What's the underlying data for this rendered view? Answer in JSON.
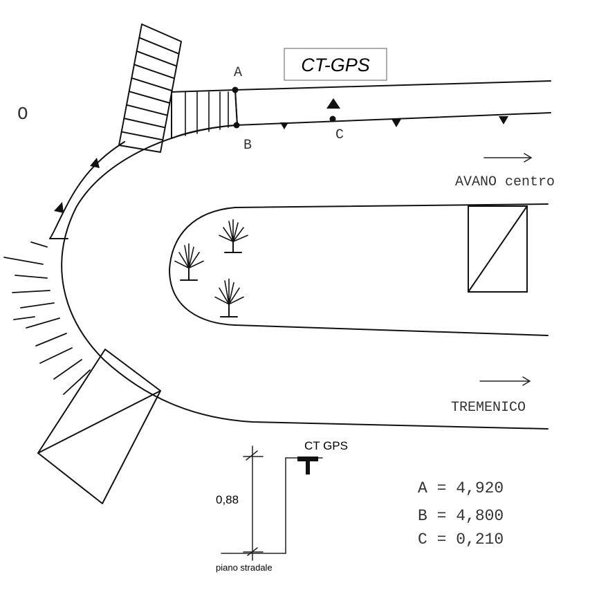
{
  "title_box": {
    "label": "CT-GPS"
  },
  "points": {
    "a": "A",
    "b": "B",
    "c": "C"
  },
  "directions": {
    "upper": {
      "label": "AVANO centro"
    },
    "lower": {
      "label": "TREMENICO"
    }
  },
  "north_mark": "O",
  "detail": {
    "instrument_label": "CT GPS",
    "height_label": "0,88",
    "ground_label": "piano stradale"
  },
  "elevations": [
    {
      "text": "A = 4,920"
    },
    {
      "text": "B = 4,800"
    },
    {
      "text": "C = 0,210"
    }
  ],
  "colors": {
    "ink": "#111111",
    "label_gray": "#333333"
  }
}
